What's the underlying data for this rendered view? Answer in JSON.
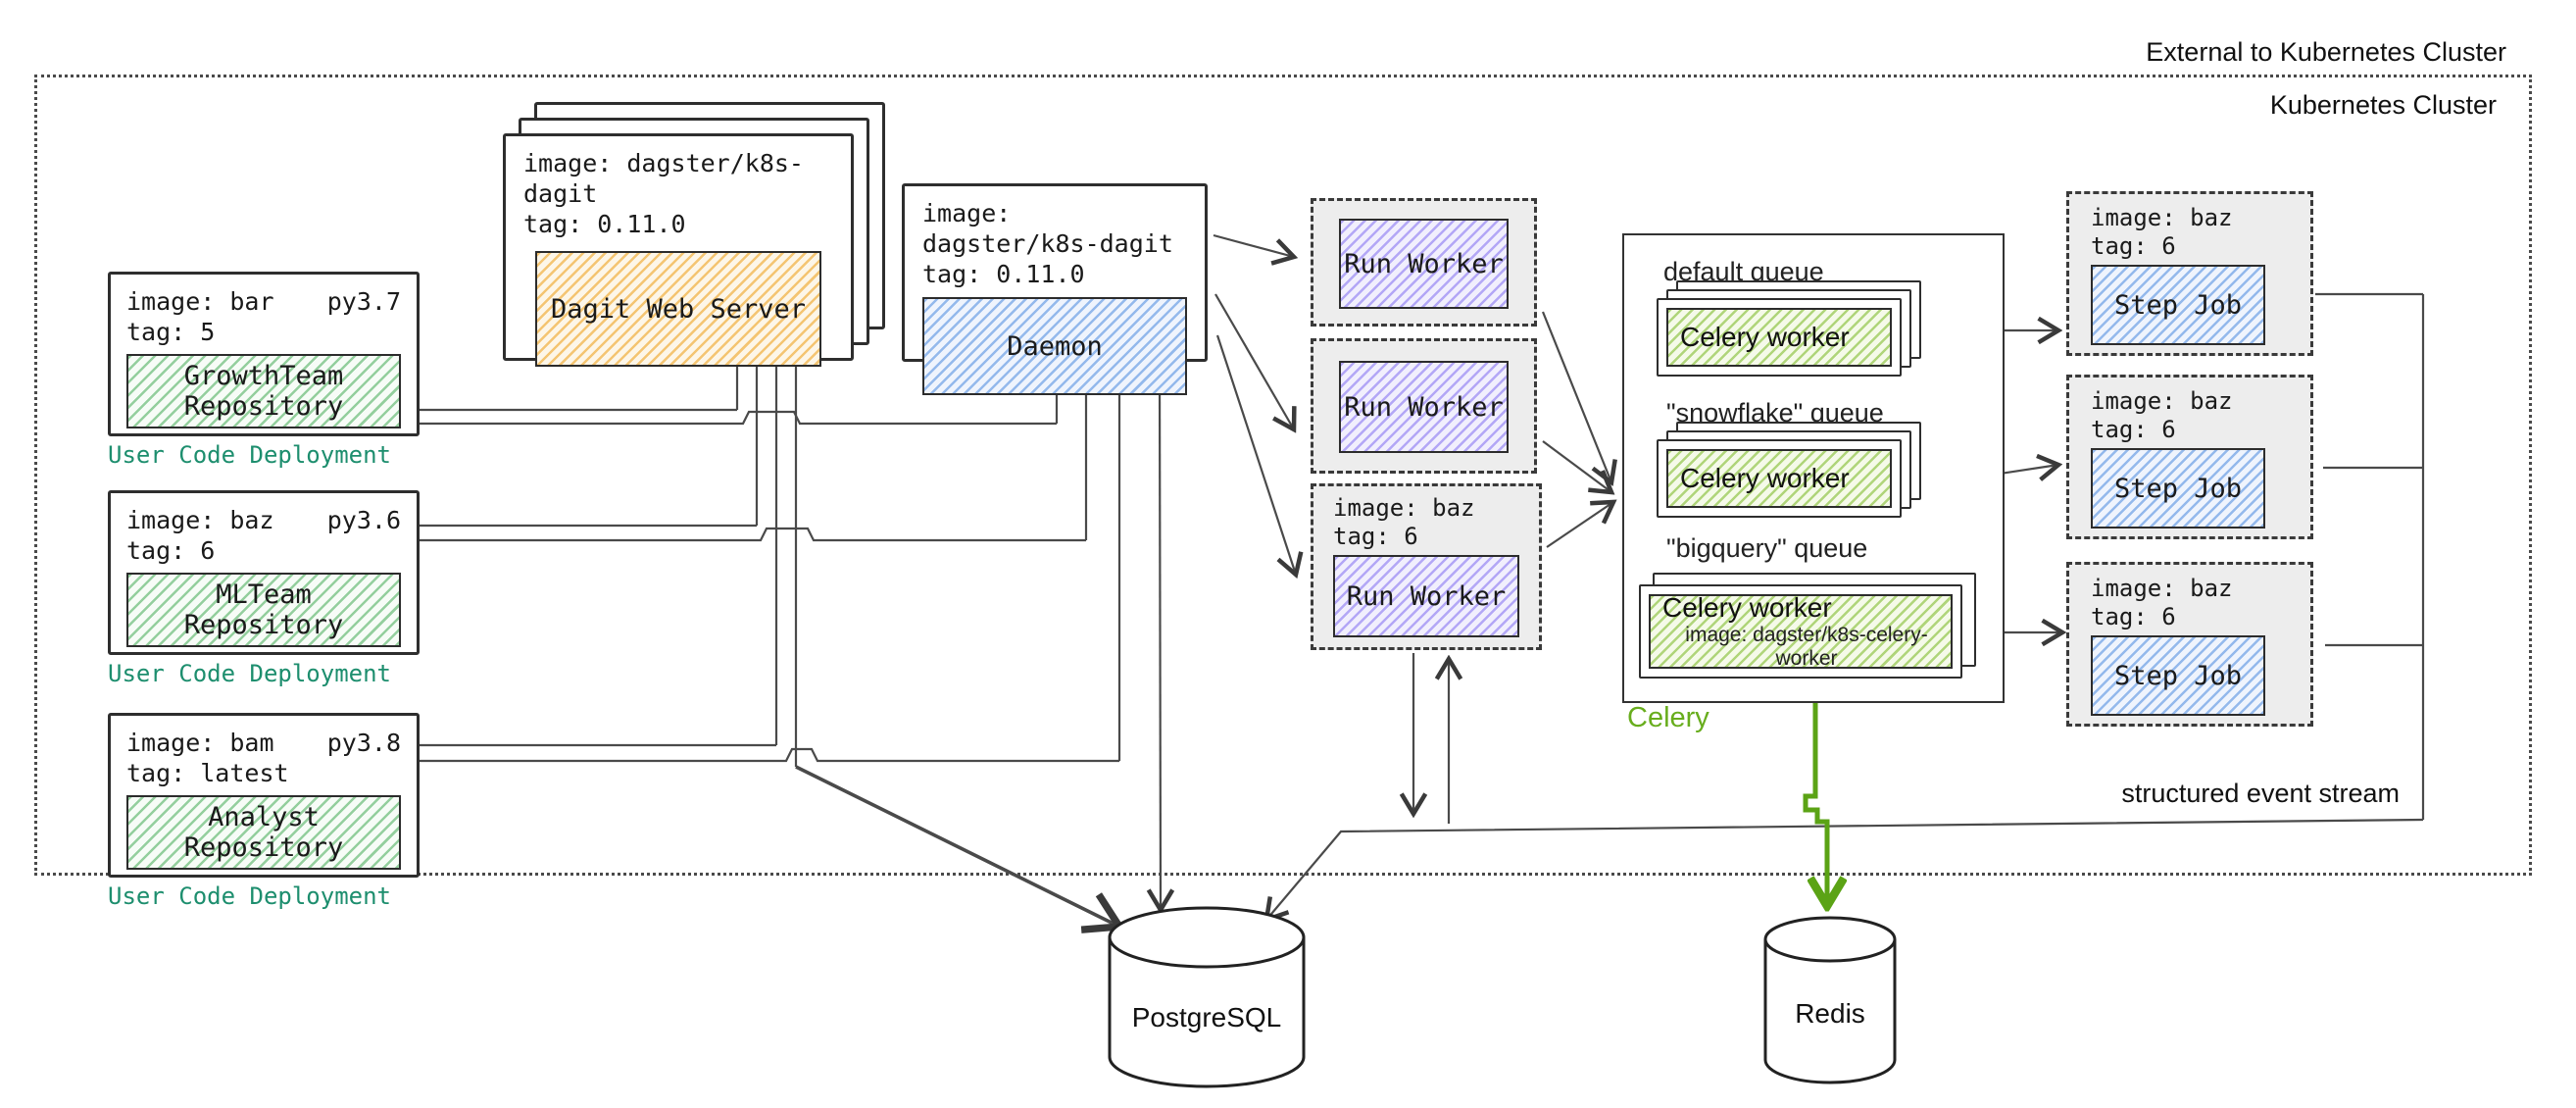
{
  "frame": {
    "external_label": "External to Kubernetes Cluster",
    "cluster_label": "Kubernetes Cluster",
    "event_stream_label": "structured event stream"
  },
  "deployments": [
    {
      "image": "image: bar",
      "py": "py3.7",
      "tag": "tag: 5",
      "repo": "GrowthTeam Repository",
      "caption": "User Code Deployment"
    },
    {
      "image": "image: baz",
      "py": "py3.6",
      "tag": "tag: 6",
      "repo": "MLTeam Repository",
      "caption": "User Code Deployment"
    },
    {
      "image": "image: bam",
      "py": "py3.8",
      "tag": "tag: latest",
      "repo": "Analyst Repository",
      "caption": "User Code Deployment"
    }
  ],
  "dagit": {
    "image": "image: dagster/k8s-dagit",
    "tag": "tag: 0.11.0",
    "label": "Dagit Web Server"
  },
  "daemon": {
    "image": "image: dagster/k8s-dagit",
    "tag": "tag: 0.11.0",
    "label": "Daemon"
  },
  "run_workers": [
    {
      "label": "Run Worker"
    },
    {
      "label": "Run Worker"
    },
    {
      "image": "image: baz",
      "tag": "tag: 6",
      "label": "Run Worker"
    }
  ],
  "celery": {
    "caption": "Celery",
    "queues": [
      {
        "name": "default queue",
        "worker": "Celery worker"
      },
      {
        "name": "\"snowflake\" queue",
        "worker": "Celery worker"
      },
      {
        "name": "\"bigquery\" queue",
        "worker": "Celery worker",
        "worker_image": "image: dagster/k8s-celery-worker"
      }
    ]
  },
  "step_jobs": [
    {
      "image": "image: baz",
      "tag": "tag: 6",
      "label": "Step Job"
    },
    {
      "image": "image: baz",
      "tag": "tag: 6",
      "label": "Step Job"
    },
    {
      "image": "image: baz",
      "tag": "tag: 6",
      "label": "Step Job"
    }
  ],
  "databases": {
    "postgres": "PostgreSQL",
    "redis": "Redis"
  },
  "colors": {
    "repo_hatch": "#7bc487",
    "dagit_hatch": "#f3bc5d",
    "daemon_hatch": "#7daae8",
    "run_worker_hatch": "#9e8ff3",
    "celery_hatch": "#9ecc5e",
    "step_job_hatch": "#7daae8",
    "deployment_caption": "#1d8e6e",
    "celery_label_green": "#68ad1d",
    "green_arrow": "#5ba315",
    "pod_fill": "#ededed"
  }
}
